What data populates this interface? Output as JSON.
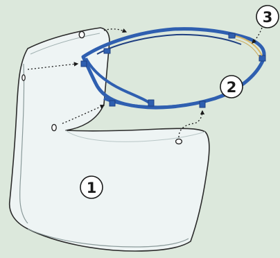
{
  "colors": {
    "background": "#dce8dc",
    "visor_fill": "#eef4f4",
    "visor_outline": "#2a2a2a",
    "frame_blue": "#2f5fb0",
    "frame_blue_dark": "#1f3f80",
    "elastic_band": "#d9b96a",
    "callout_border": "#1a1a1a"
  },
  "parts": {
    "visor": {
      "callout": "1",
      "icon": "clear-visor-shield-icon"
    },
    "frame": {
      "callout": "2",
      "icon": "headband-frame-icon"
    },
    "band": {
      "callout": "3",
      "icon": "elastic-strap-icon"
    }
  }
}
